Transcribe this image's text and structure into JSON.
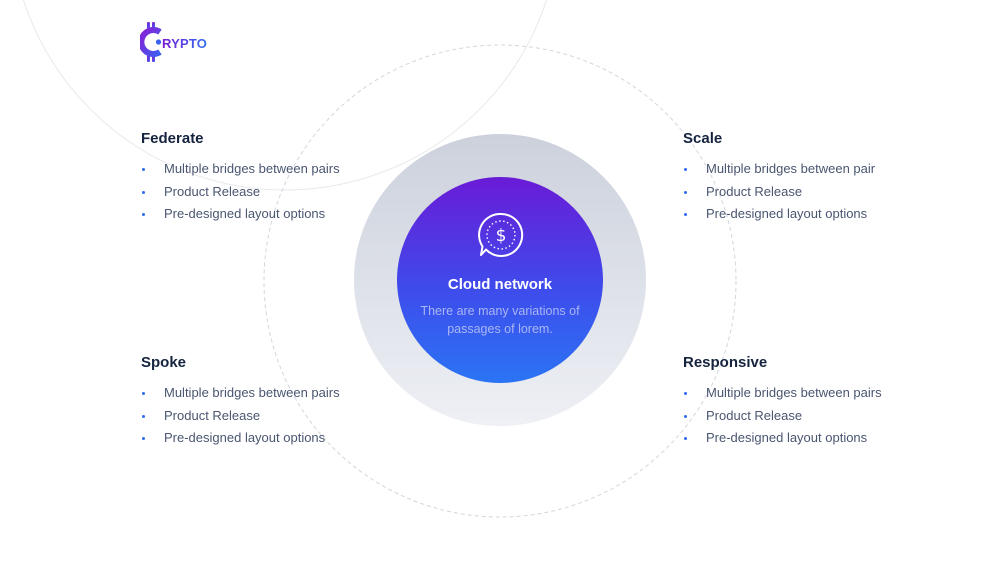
{
  "logo": {
    "text": "RYPTO",
    "icon": "crypto-c-logo-icon"
  },
  "colors": {
    "accent_purple": "#6a1bd6",
    "accent_blue": "#2b74f4",
    "heading": "#15233f",
    "body_text": "#4a5670"
  },
  "center": {
    "icon": "dollar-chat-icon",
    "title": "Cloud network",
    "description": "There are many variations of passages of lorem."
  },
  "blocks": [
    {
      "title": "Federate",
      "items": [
        "Multiple bridges between pairs",
        "Product Release",
        "Pre-designed layout options"
      ]
    },
    {
      "title": "Scale",
      "items": [
        "Multiple bridges between pair",
        "Product Release",
        "Pre-designed layout options"
      ]
    },
    {
      "title": "Spoke",
      "items": [
        "Multiple bridges between pairs",
        "Product Release",
        "Pre-designed layout options"
      ]
    },
    {
      "title": "Responsive",
      "items": [
        "Multiple bridges between pairs",
        "Product Release",
        "Pre-designed layout options"
      ]
    }
  ]
}
